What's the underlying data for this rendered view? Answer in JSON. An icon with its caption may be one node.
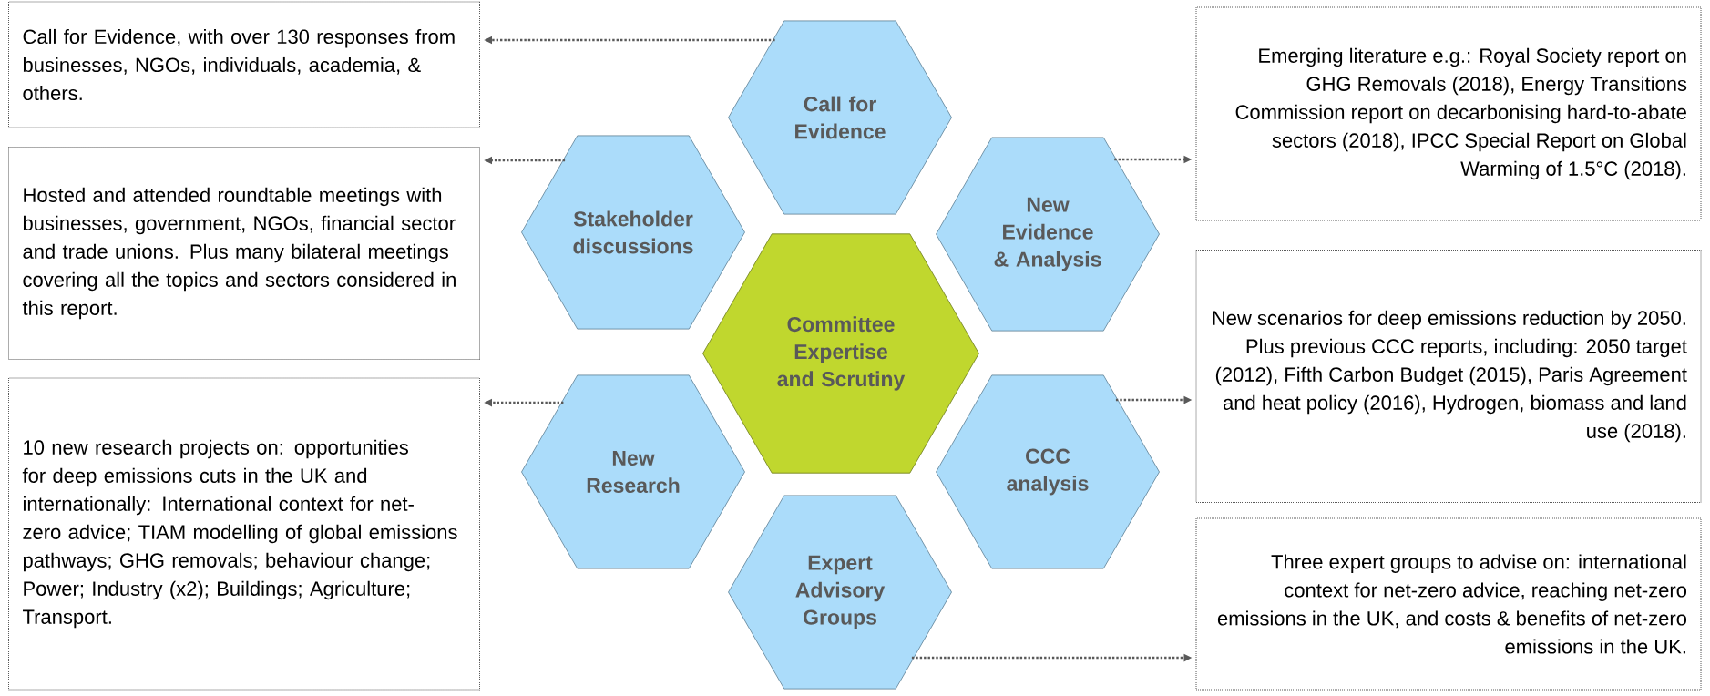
{
  "diagram": {
    "nodes": [
      {
        "text": [
          "Call for Evidence"
        ]
      },
      {
        "text": [
          "Stakeholder discussions"
        ]
      },
      {
        "text": [
          "New Evidence & Analysis"
        ]
      },
      {
        "text": [
          "Committee Expertise and Scrutiny"
        ]
      },
      {
        "text": [
          "New Research"
        ]
      },
      {
        "text": [
          "CCC analysis"
        ]
      },
      {
        "text": [
          "Expert Advisory Groups"
        ]
      },
      {
        "text": [
          "Call for Evidence, with over 130 responses from businesses, NGOs, individuals, academia, & others."
        ]
      },
      {
        "text": [
          "Hosted and attended roundtable meetings with businesses, government, NGOs, financial sector and trade unions. Plus many bilateral meetings covering all the topics and sectors considered in this report."
        ]
      },
      {
        "text": [
          "10 new research projects on: opportunities for deep emissions cuts in the UK and internationally: International context for net-zero advice; TIAM modelling of global emissions pathways; GHG removals; behaviour change; Power; Industry (x2); Buildings; Agriculture; Transport."
        ]
      },
      {
        "text": [
          "Emerging literature e.g.: Royal Society report on GHG Removals (2018), Energy Transitions Commission report on decarbonising hard-to-abate sectors (2018), IPCC Special Report on Global Warming of 1.5°C (2018)."
        ]
      },
      {
        "text": [
          "New scenarios for deep emissions reduction by 2050. Plus previous CCC reports, including: 2050 target (2012), Fifth Carbon Budget (2015), Paris Agreement and heat policy (2016), Hydrogen, biomass and land use (2018)."
        ]
      },
      {
        "text": [
          "Three expert groups to advise on: international context for net-zero advice, reaching net-zero emissions in the UK, and costs & benefits of net-zero emissions in the UK."
        ]
      }
    ],
    "edges": [
      {
        "from": 0,
        "to": 7,
        "arrow": "to"
      },
      {
        "from": 1,
        "to": 8,
        "arrow": "to"
      },
      {
        "from": 4,
        "to": 9,
        "arrow": "to"
      },
      {
        "from": 2,
        "to": 10,
        "arrow": "to"
      },
      {
        "from": 5,
        "to": 11,
        "arrow": "to"
      },
      {
        "from": 6,
        "to": 12,
        "arrow": "to"
      }
    ]
  }
}
